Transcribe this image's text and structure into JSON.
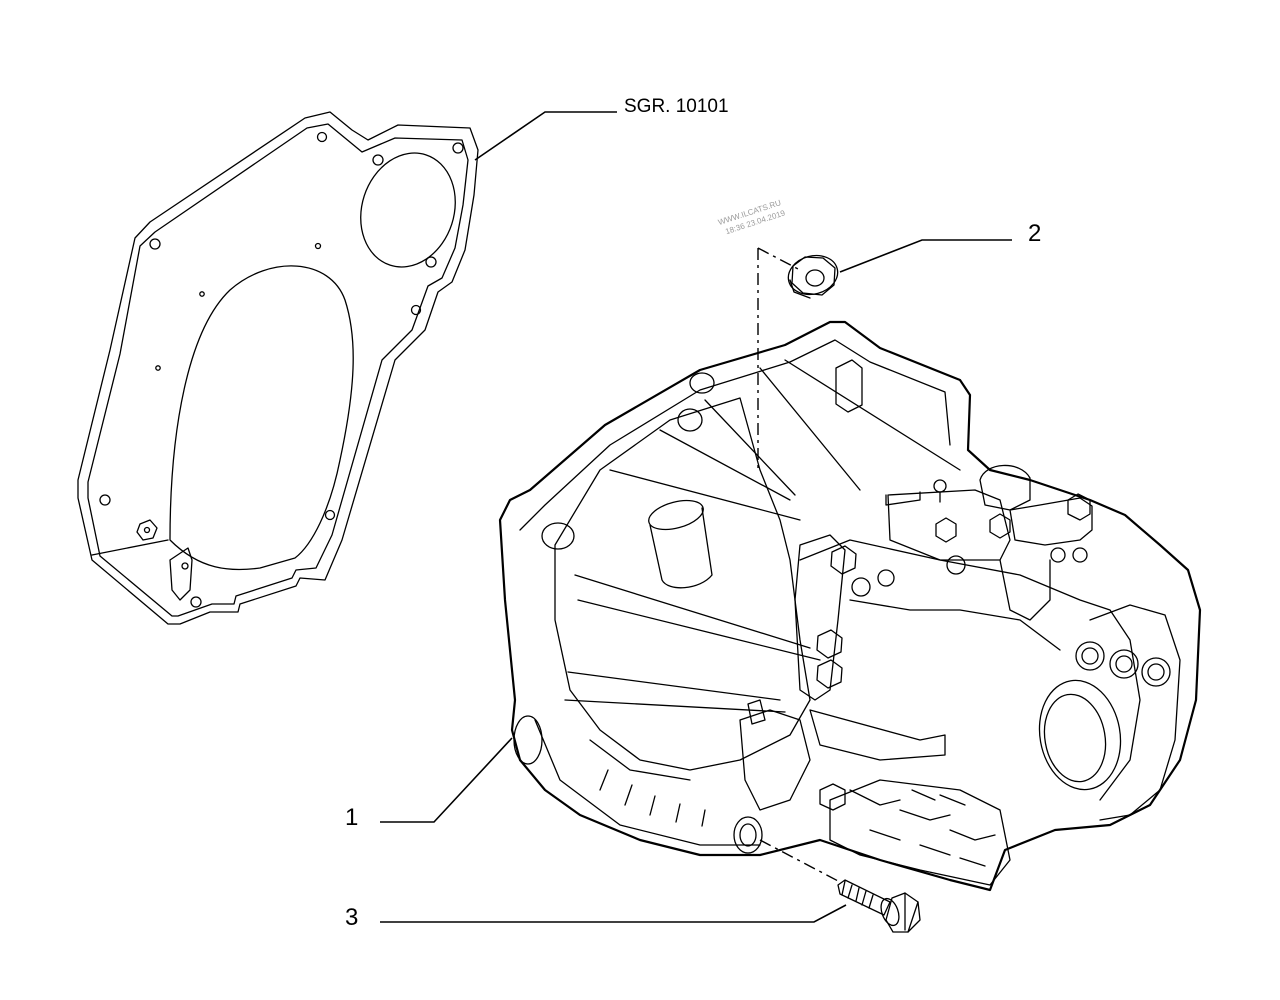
{
  "diagram": {
    "reference_label": "SGR. 10101",
    "watermark": {
      "line1": "WWW.ILCATS.RU",
      "line2": "18:36 23.04.2019"
    },
    "callouts": [
      {
        "id": "1",
        "label": "1"
      },
      {
        "id": "2",
        "label": "2"
      },
      {
        "id": "3",
        "label": "3"
      }
    ]
  }
}
